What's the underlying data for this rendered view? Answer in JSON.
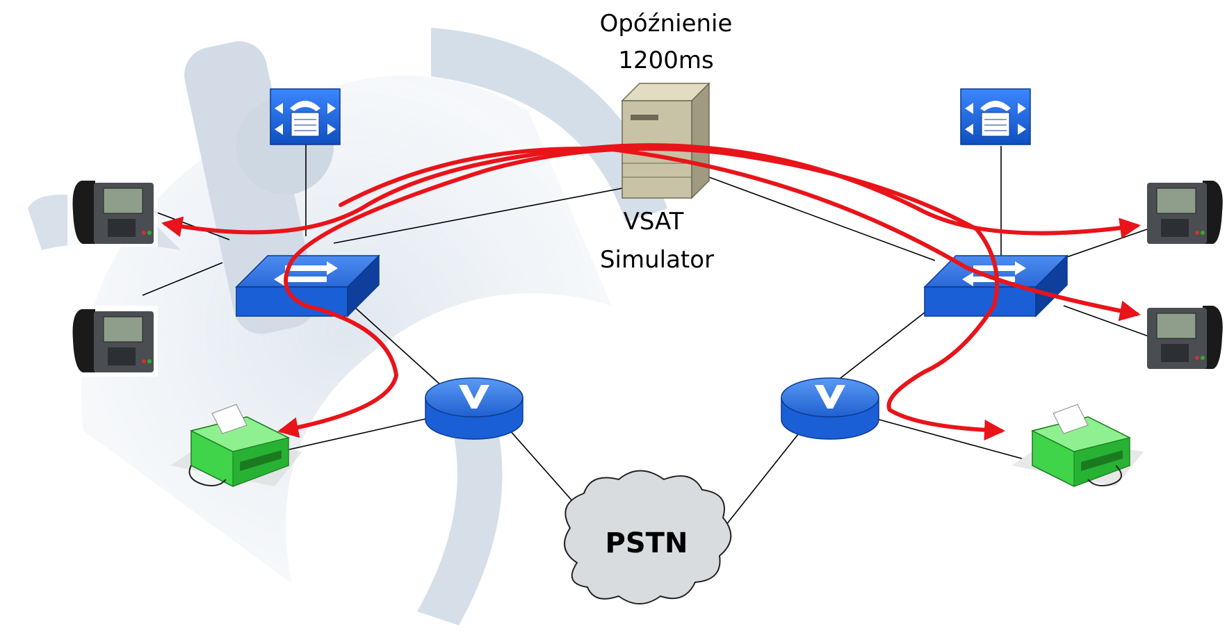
{
  "labels": {
    "delay_line1": "Opóźnienie",
    "delay_line2": "1200ms",
    "vsat_line1": "VSAT",
    "vsat_line2": "Simulator",
    "pstn": "PSTN"
  },
  "colors": {
    "arrow": "#e8141a",
    "link": "#000000",
    "device_blue": "#1a5fd6",
    "fax_green": "#3fd44a",
    "server": "#c8c2a6",
    "cloud": "#d9dcde",
    "watermark": "#c9d6e2"
  },
  "icons": {
    "call_manager": "call-manager-icon",
    "server": "server-icon",
    "switch": "switch-icon",
    "router": "voice-router-icon",
    "ip_phone": "ip-phone-icon",
    "fax": "fax-icon",
    "cloud": "cloud-icon"
  }
}
